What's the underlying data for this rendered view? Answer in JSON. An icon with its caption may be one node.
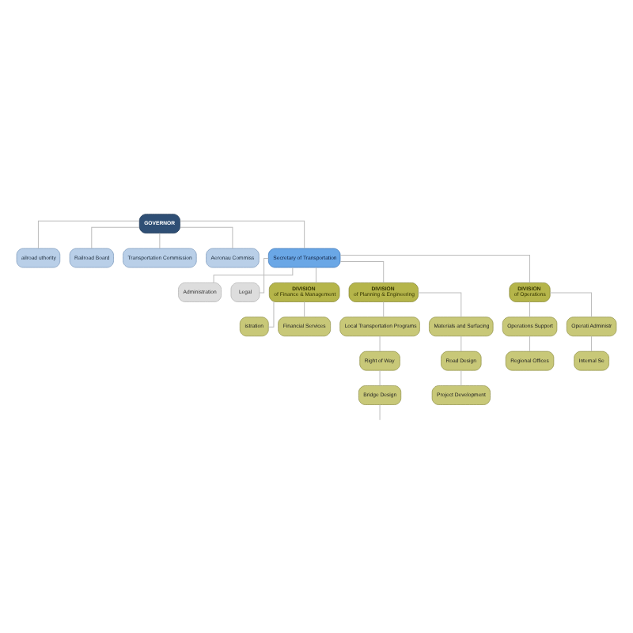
{
  "diagram": {
    "nodes": [
      {
        "text": [
          "GOVERNOR"
        ]
      },
      {
        "text": [
          "ailroad uthority"
        ]
      },
      {
        "text": [
          "Railroad Board"
        ]
      },
      {
        "text": [
          "Transportation Commission"
        ]
      },
      {
        "text": [
          "Aeronau Commiss"
        ]
      },
      {
        "text": [
          "Secretary of Transportation"
        ]
      },
      {
        "text": [
          "Administration"
        ]
      },
      {
        "text": [
          "Legal"
        ]
      },
      {
        "text": [
          "DIVISION",
          "of Finance & Management"
        ]
      },
      {
        "text": [
          "DIVISION",
          "of Planning & Engineering"
        ]
      },
      {
        "text": [
          "DIVISION",
          "of Operations"
        ]
      },
      {
        "text": [
          "istration"
        ]
      },
      {
        "text": [
          "Financial Services"
        ]
      },
      {
        "text": [
          "Local Transportation Programs"
        ]
      },
      {
        "text": [
          "Materials and Surfacing"
        ]
      },
      {
        "text": [
          "Operations Support"
        ]
      },
      {
        "text": [
          "Operati Administr"
        ]
      },
      {
        "text": [
          "Right of Way"
        ]
      },
      {
        "text": [
          "Road Design"
        ]
      },
      {
        "text": [
          "Regional Offices"
        ]
      },
      {
        "text": [
          "Internal Se"
        ]
      },
      {
        "text": [
          "Bridge Design"
        ]
      },
      {
        "text": [
          "Project Development"
        ]
      }
    ],
    "edges": [
      {
        "from": 0,
        "to": 1,
        "arrow": "none"
      },
      {
        "from": 0,
        "to": 2,
        "arrow": "none"
      },
      {
        "from": 0,
        "to": 3,
        "arrow": "none"
      },
      {
        "from": 0,
        "to": 4,
        "arrow": "none"
      },
      {
        "from": 0,
        "to": 5,
        "arrow": "none"
      },
      {
        "from": 5,
        "to": 6,
        "arrow": "none"
      },
      {
        "from": 5,
        "to": 7,
        "arrow": "none"
      },
      {
        "from": 5,
        "to": 8,
        "arrow": "none"
      },
      {
        "from": 5,
        "to": 9,
        "arrow": "none"
      },
      {
        "from": 5,
        "to": 10,
        "arrow": "none"
      },
      {
        "from": 8,
        "to": 11,
        "arrow": "none"
      },
      {
        "from": 8,
        "to": 12,
        "arrow": "none"
      },
      {
        "from": 9,
        "to": 13,
        "arrow": "none"
      },
      {
        "from": 9,
        "to": 14,
        "arrow": "none"
      },
      {
        "from": 10,
        "to": 15,
        "arrow": "none"
      },
      {
        "from": 10,
        "to": 16,
        "arrow": "none"
      },
      {
        "from": 13,
        "to": 17,
        "arrow": "none"
      },
      {
        "from": 14,
        "to": 18,
        "arrow": "none"
      },
      {
        "from": 15,
        "to": 19,
        "arrow": "none"
      },
      {
        "from": 16,
        "to": 20,
        "arrow": "none"
      },
      {
        "from": 17,
        "to": 21,
        "arrow": "none"
      },
      {
        "from": 18,
        "to": 22,
        "arrow": "none"
      },
      {
        "from": 21,
        "to": null,
        "arrow": "none"
      }
    ]
  }
}
